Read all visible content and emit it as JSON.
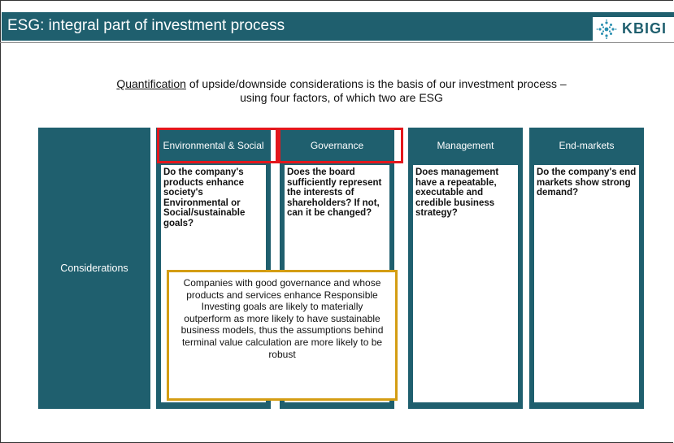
{
  "header": {
    "title": "ESG: integral part of investment process",
    "logo_text": "KBIGI"
  },
  "intro": {
    "underlined": "Quantification",
    "line1_rest": " of upside/downside considerations is the basis of our investment process –",
    "line2": "using four factors, of which two are ESG"
  },
  "row_label": "Considerations",
  "columns": [
    {
      "header": "Environmental & Social",
      "body": "Do the company's products enhance society's Environmental or Social/sustainable goals?"
    },
    {
      "header": "Governance",
      "body": "Does the board sufficiently represent the interests of shareholders? If not, can it be changed?"
    },
    {
      "header": "Management",
      "body": "Does management have a repeatable, executable and credible business strategy?"
    },
    {
      "header": "End-markets",
      "body": "Do the company's end markets show strong demand?"
    }
  ],
  "callout": "Companies with good governance and whose products and services enhance Responsible Investing goals are likely to materially outperform as more likely to have sustainable business models, thus the assumptions behind terminal value calculation are more likely to be robust",
  "colors": {
    "teal": "#1f5f6e",
    "red": "#e3171c",
    "gold": "#d49d13"
  }
}
